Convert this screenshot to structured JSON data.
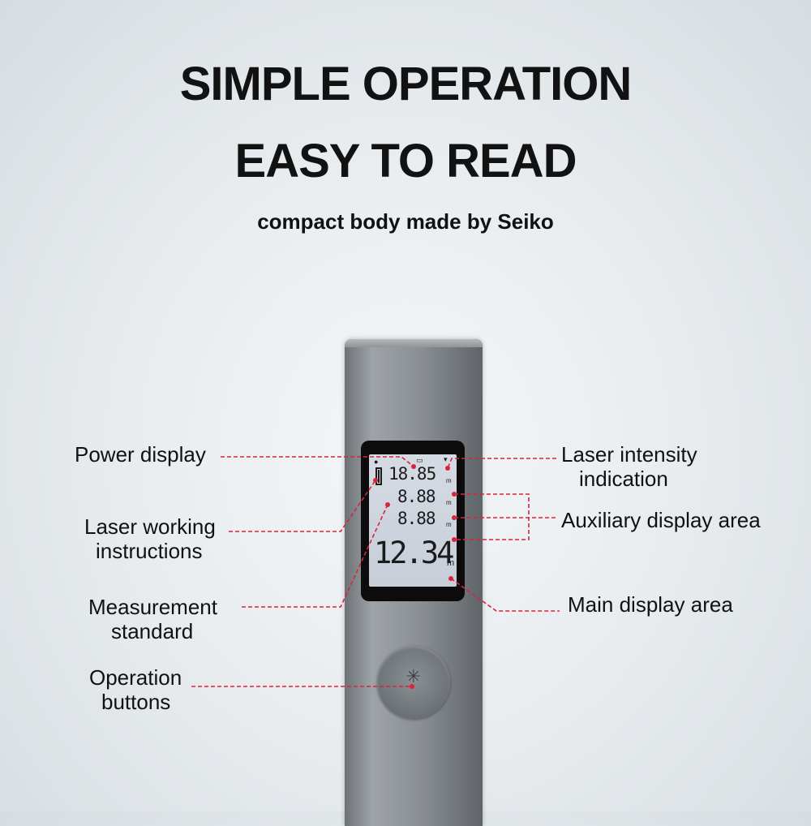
{
  "headline": {
    "line1": "SIMPLE OPERATION",
    "line2": "EASY TO READ",
    "subtitle": "compact body made by Seiko"
  },
  "display": {
    "row1_value": "18.85",
    "row2_value": "8.88",
    "row3_value": "8.88",
    "main_value": "12.34",
    "small_unit": "m",
    "main_unit": "m"
  },
  "labels": {
    "power_display": "Power display",
    "laser_working_line1": "Laser working",
    "laser_working_line2": "instructions",
    "measurement_line1": "Measurement",
    "measurement_line2": "standard",
    "operation_line1": "Operation",
    "operation_line2": "buttons",
    "laser_intensity_line1": "Laser intensity",
    "laser_intensity_line2": "indication",
    "auxiliary_display": "Auxiliary display area",
    "main_display": "Main display area"
  },
  "colors": {
    "leader_line": "#d9253b",
    "device_body": "#8a8f93",
    "lcd_background": "#cfd6df"
  },
  "icons": {
    "operation_button": "crosshair-icon",
    "battery": "battery-icon",
    "laser": "laser-icon",
    "signal": "signal-icon"
  }
}
